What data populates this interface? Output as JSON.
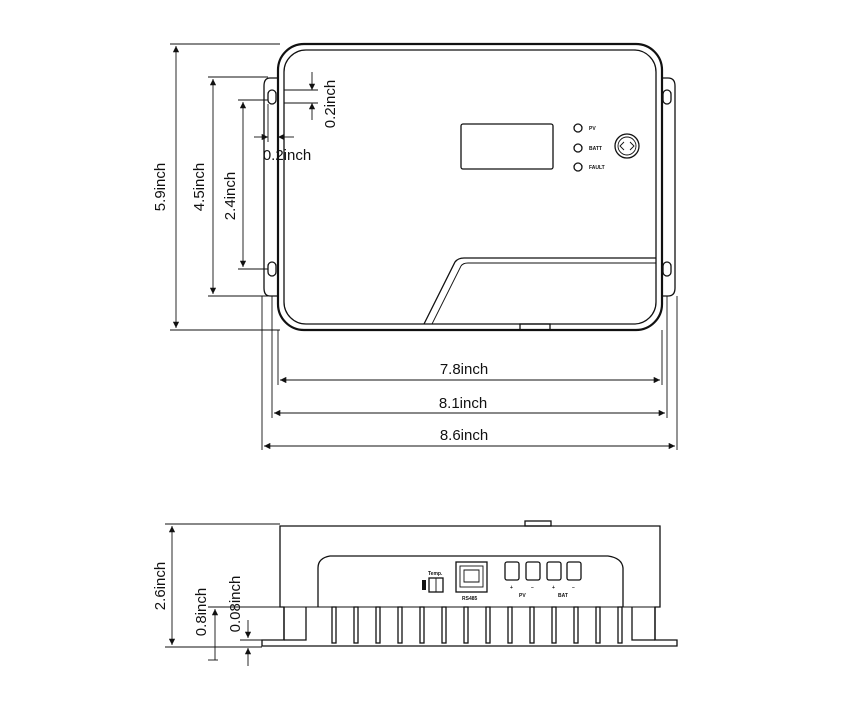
{
  "top_view": {
    "dimensions": {
      "height_total": "5.9inch",
      "height_mount": "4.5inch",
      "height_inner": "2.4inch",
      "tab_offset_vertical": "0.2inch",
      "tab_offset_horizontal": "0.2inch",
      "width_body": "7.8inch",
      "width_mid": "8.1inch",
      "width_total": "8.6inch"
    },
    "indicators": [
      "PV",
      "BATT",
      "FAULT"
    ]
  },
  "side_view": {
    "dimensions": {
      "height_total": "2.6inch",
      "height_base": "0.8inch",
      "height_plate": "0.08inch"
    },
    "temp_label": "Temp.",
    "port_label": "RS485",
    "terminal_signs": [
      "+",
      "−",
      "+",
      "−"
    ],
    "terminal_groups": [
      "PV",
      "BAT"
    ]
  },
  "colors": {
    "stroke": "#111111",
    "background": "#ffffff"
  }
}
